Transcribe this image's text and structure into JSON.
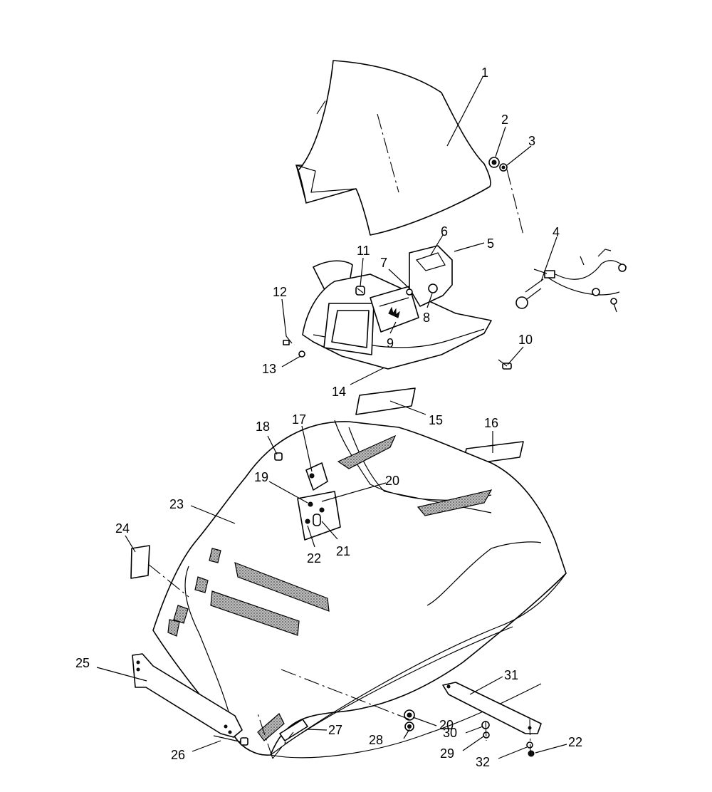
{
  "diagram": {
    "callouts": [
      {
        "id": "c1",
        "text": "1"
      },
      {
        "id": "c2",
        "text": "2"
      },
      {
        "id": "c3",
        "text": "3"
      },
      {
        "id": "c4",
        "text": "4"
      },
      {
        "id": "c5",
        "text": "5"
      },
      {
        "id": "c6",
        "text": "6"
      },
      {
        "id": "c7",
        "text": "7"
      },
      {
        "id": "c8",
        "text": "8"
      },
      {
        "id": "c9",
        "text": "9"
      },
      {
        "id": "c10",
        "text": "10"
      },
      {
        "id": "c11",
        "text": "11"
      },
      {
        "id": "c12",
        "text": "12"
      },
      {
        "id": "c13",
        "text": "13"
      },
      {
        "id": "c14",
        "text": "14"
      },
      {
        "id": "c15",
        "text": "15"
      },
      {
        "id": "c16",
        "text": "16"
      },
      {
        "id": "c17",
        "text": "17"
      },
      {
        "id": "c18",
        "text": "18"
      },
      {
        "id": "c19",
        "text": "19"
      },
      {
        "id": "c20a",
        "text": "20"
      },
      {
        "id": "c21",
        "text": "21"
      },
      {
        "id": "c22a",
        "text": "22"
      },
      {
        "id": "c23",
        "text": "23"
      },
      {
        "id": "c24",
        "text": "24"
      },
      {
        "id": "c25",
        "text": "25"
      },
      {
        "id": "c26",
        "text": "26"
      },
      {
        "id": "c27",
        "text": "27"
      },
      {
        "id": "c28",
        "text": "28"
      },
      {
        "id": "c20b",
        "text": "20"
      },
      {
        "id": "c31",
        "text": "31"
      },
      {
        "id": "c30",
        "text": "30"
      },
      {
        "id": "c29",
        "text": "29"
      },
      {
        "id": "c22b",
        "text": "22"
      },
      {
        "id": "c32",
        "text": "32"
      }
    ]
  }
}
